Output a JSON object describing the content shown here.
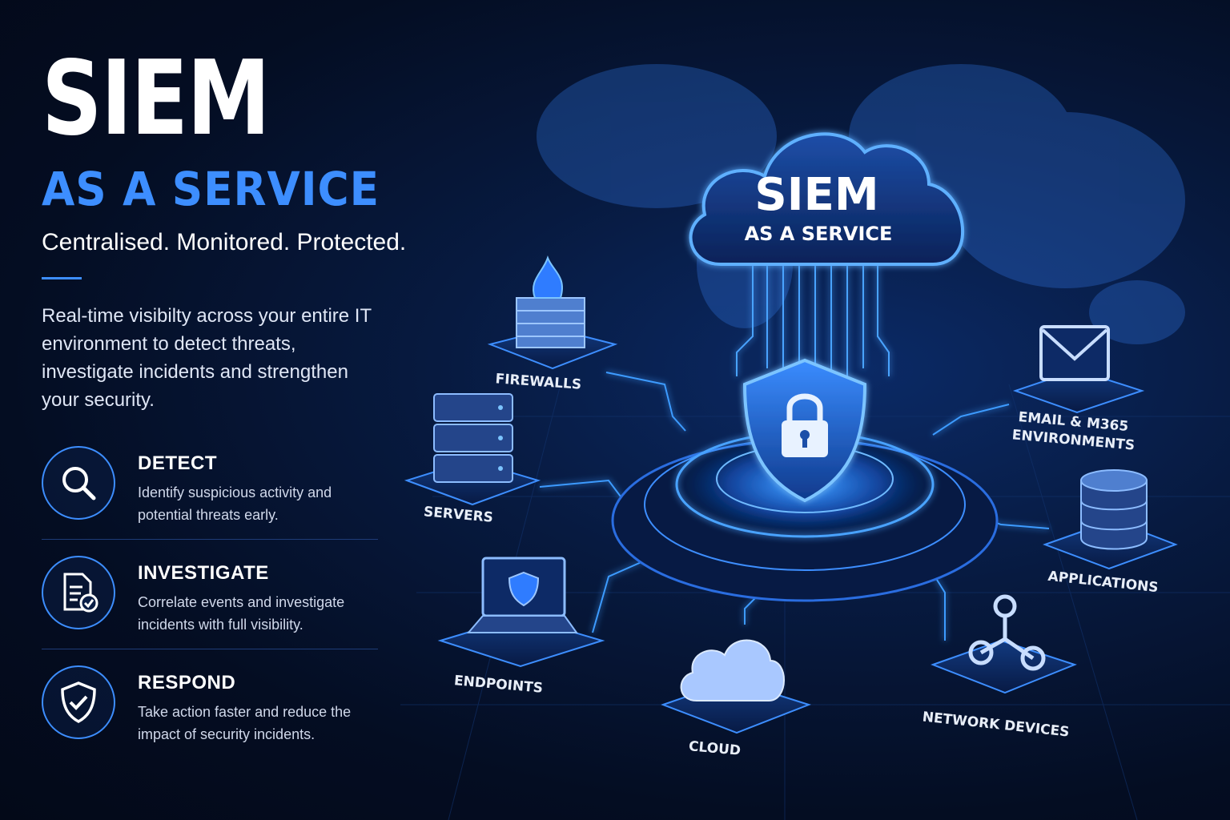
{
  "header": {
    "title": "SIEM",
    "subtitle": "AS A SERVICE",
    "tagline": "Centralised. Monitored. Protected.",
    "description": "Real-time visibilty across your entire IT environment to detect threats, investigate incidents and strengthen your security."
  },
  "features": [
    {
      "icon": "magnifier-icon",
      "title": "DETECT",
      "text": "Identify suspicious activity and potential threats early."
    },
    {
      "icon": "document-check-icon",
      "title": "INVESTIGATE",
      "text": "Correlate events and investigate incidents with full visibility."
    },
    {
      "icon": "shield-check-icon",
      "title": "RESPOND",
      "text": "Take action faster and reduce the impact of security incidents."
    }
  ],
  "hub": {
    "title": "SIEM",
    "subtitle": "AS A SERVICE",
    "icon": "shield-lock-icon"
  },
  "sources": [
    {
      "label": "FIREWALLS",
      "icon": "firewall-icon"
    },
    {
      "label": "SERVERS",
      "icon": "server-icon"
    },
    {
      "label": "ENDPOINTS",
      "icon": "laptop-icon"
    },
    {
      "label": "CLOUD",
      "icon": "cloud-icon"
    },
    {
      "label": "NETWORK DEVICES",
      "icon": "network-icon"
    },
    {
      "label": "APPLICATIONS",
      "icon": "database-icon"
    },
    {
      "label_line1": "EMAIL & M365",
      "label_line2": "ENVIRONMENTS",
      "icon": "email-icon"
    }
  ],
  "colors": {
    "accent": "#3d8eff",
    "background": "#040d22",
    "glow": "#4aa3ff"
  }
}
